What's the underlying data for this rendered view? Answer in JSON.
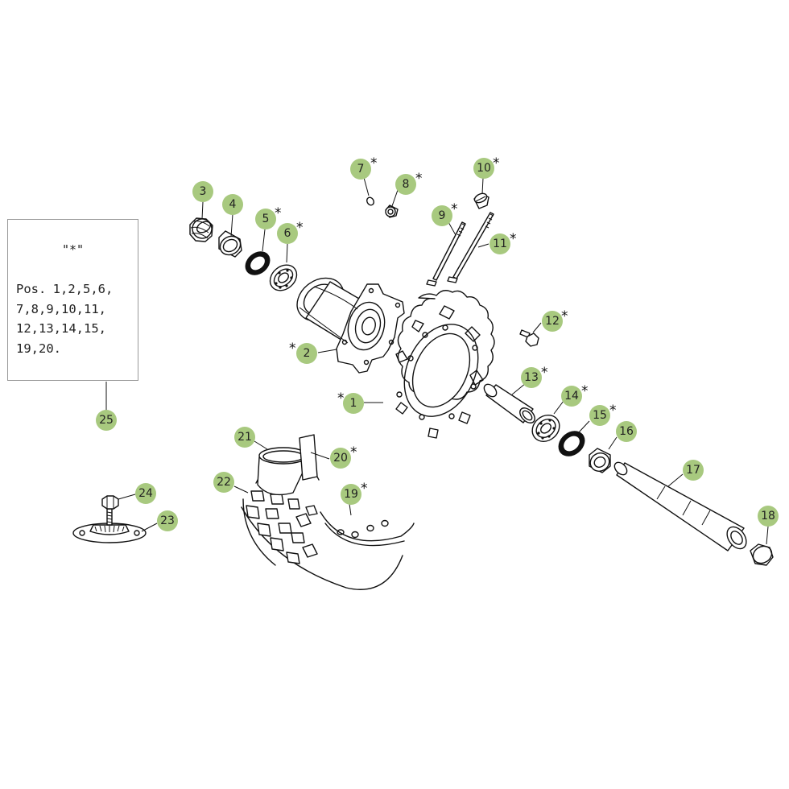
{
  "note": {
    "title": "\"*\"",
    "text": "Pos. 1,2,5,6,\n7,8,9,10,11,\n12,13,14,15,\n19,20."
  },
  "star_marker": "*",
  "callout_color": "#a8c97f",
  "callouts": [
    {
      "id": "1",
      "label": "1",
      "star": true
    },
    {
      "id": "2",
      "label": "2",
      "star": true
    },
    {
      "id": "3",
      "label": "3",
      "star": false
    },
    {
      "id": "4",
      "label": "4",
      "star": false
    },
    {
      "id": "5",
      "label": "5",
      "star": true
    },
    {
      "id": "6",
      "label": "6",
      "star": true
    },
    {
      "id": "7",
      "label": "7",
      "star": true
    },
    {
      "id": "8",
      "label": "8",
      "star": true
    },
    {
      "id": "9",
      "label": "9",
      "star": true
    },
    {
      "id": "10",
      "label": "10",
      "star": true
    },
    {
      "id": "11",
      "label": "11",
      "star": true
    },
    {
      "id": "12",
      "label": "12",
      "star": true
    },
    {
      "id": "13",
      "label": "13",
      "star": true
    },
    {
      "id": "14",
      "label": "14",
      "star": true
    },
    {
      "id": "15",
      "label": "15",
      "star": true
    },
    {
      "id": "16",
      "label": "16",
      "star": false
    },
    {
      "id": "17",
      "label": "17",
      "star": false
    },
    {
      "id": "18",
      "label": "18",
      "star": false
    },
    {
      "id": "19",
      "label": "19",
      "star": true
    },
    {
      "id": "20",
      "label": "20",
      "star": true
    },
    {
      "id": "21",
      "label": "21",
      "star": false
    },
    {
      "id": "22",
      "label": "22",
      "star": false
    },
    {
      "id": "23",
      "label": "23",
      "star": false
    },
    {
      "id": "24",
      "label": "24",
      "star": false
    },
    {
      "id": "25",
      "label": "25",
      "star": false
    }
  ]
}
